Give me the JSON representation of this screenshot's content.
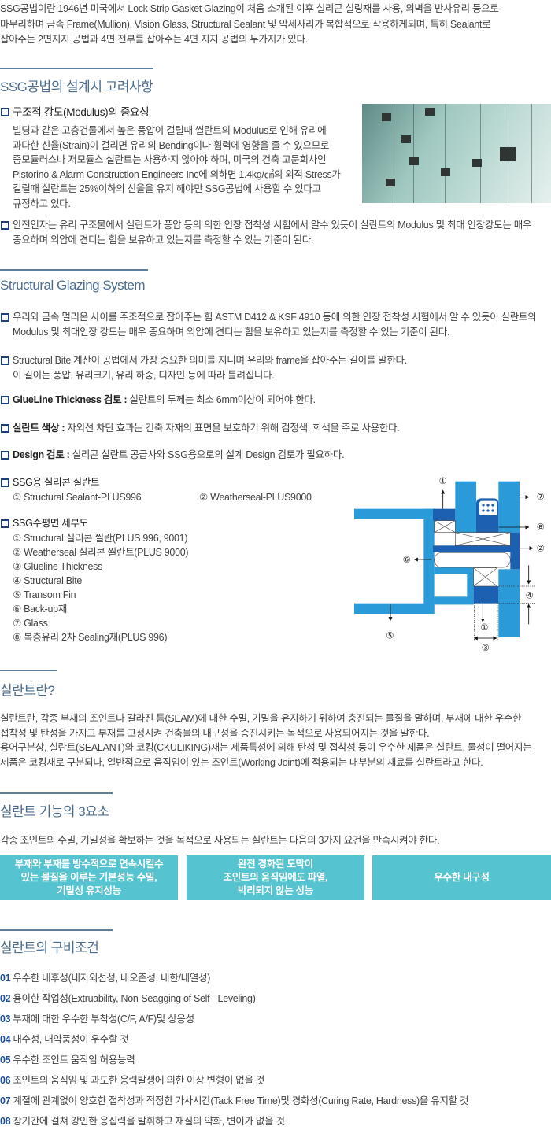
{
  "intro": [
    "SSG공법이란 1946년 미국에서 Lock Strip Gasket Glazing이 처음 소개된 이후 실리콘 실링재를 사용, 외벽을 반사유리 등으로",
    "마무리하며 금속 Frame(Mullion), Vision Glass, Structural Sealant 및 악세사리가 복합적으로 작용하게되며, 특히 Sealant로",
    "잡아주는 2면지지 공법과 4면 전부를 잡아주는 4면 지지 공법의 두가지가 있다."
  ],
  "design": {
    "title": "SSG공법의 설계시 고려사항",
    "modulus_title": "구조적 강도(Modulus)의 중요성",
    "modulus_lines": [
      "빌딩과 같은 고층건물에서 높은 풍압이 걸릴때 씰란트의 Modulus로 인해 유리에",
      "과다한 신율(Strain)이 걸리면 유리의 Bending이나 휨력에 영향을 줄 수 있으므로",
      "중모듈러스나 저모듈스 실란트는 사용하지 않아야 하며, 미국의 건축 고문회사인",
      "Pistorino & Alarm Construction Engineers Inc에 의하면 1.4kg/㎠의 외적 Stress가",
      "걸릴때 실란트는 25%이하의 신율을 유지 해야만 SSG공법에 사용할 수 있다고",
      "규정하고 있다."
    ],
    "safety_lines": [
      "안전인자는 유리 구조물에서 실란트가 풍압 등의 의한 인장 접착성 시험에서 알수 있듯이 실란트의 Modulus 및 최대 인장강도는 매우",
      "중요하며 외압에 견디는 힘을 보유하고 있는지를 측정할 수 있는 기준이 된다."
    ]
  },
  "sgs": {
    "title": "Structural Glazing System",
    "b1": [
      "우리와 금속 멀리온 사이를 주조적으로 잡아주는 힘 ASTM D412 & KSF 4910 등에 의한 인장 접착성 시험에서 알 수 있듯이 실란트의",
      "Modulus 및 최대인장 강도는 매우 중요하며 외압에 견디는 힘을 보유하고 있는지를 측정할 수 있는 기준이 된다."
    ],
    "b2": [
      "Structural Bite 계산이 공법에서 가장 중요한 의미를 지니며 유리와 frame을 잡아주는 길이를 말한다.",
      "이 길이는 풍압, 유리크기, 유리 하중, 디자인 등에 따라 틀려집니다."
    ],
    "b3_label": "GlueLine Thickness 검토 :",
    "b3_text": " 실란트의 두께는 최소 6mm이상이 되어야 한다.",
    "b4_label": "실란트 색상 :",
    "b4_text": " 자외선 차단 효과는 건축 자재의 표면을 보호하기 위해 검정색, 회색을 주로 사용한다.",
    "b5_label": "Design 검토 :",
    "b5_text": " 실리콘 실란트 공급사와 SSG용으로의 설계 Design 검토가 필요하다.",
    "sealant_title": "SSG용 실리콘 실란트",
    "sealant_items": [
      "① Structural Sealant-PLUS996",
      "② Weatherseal-PLUS9000"
    ],
    "detail_title": "SSG수평면 세부도",
    "detail_items": [
      "① Structural 실리콘 씰란(PLUS 996, 9001)",
      "② Weatherseal 실리콘 씰란트(PLUS 9000)",
      "③ Glueline Thickness",
      "④ Structural Bite",
      "⑤ Transom Fin",
      "⑥ Back-up재",
      "⑦ Glass",
      "⑧ 복층유리 2차 Sealing재(PLUS 996)"
    ],
    "diagram_labels": [
      "①",
      "②",
      "③",
      "④",
      "⑤",
      "⑥",
      "⑦",
      "⑧"
    ]
  },
  "sealant": {
    "title": "실란트란?",
    "lines": [
      "실란트란, 각종 부재의 조인트나 갈라진 틈(SEAM)에 대한 수밀, 기밀을 유지하기 위하여 충진되는 물질을 말하며, 부재에 대한 우수한",
      "접착성 및 탄성을 가지고 부재를 고정시켜 건축물의 내구성을 증진시키는 목적으로 사용되어지는 것을 말한다.",
      "용어구분상, 실란트(SEALANT)와 코킹(CKULIKING)재는 제품특성에 의해 탄성 및 접착성 등이 우수한 제품은 실란트, 물성이 떨어지는",
      "제품은 코킹재로 구분되나, 일반적으로 움직임이 있는 조인트(Working Joint)에 적용되는 대부분의 재료를 실란트라고 한다."
    ]
  },
  "three": {
    "title": "실란트 기능의 3요소",
    "desc": "각종 조인트의 수밀, 기밀성을 확보하는 것을 목적으로 사용되는 실란트는 다음의 3가지 요건을 만족시켜야 한다.",
    "boxes": [
      "부재와 부재를 방수적으로 연속시킬수\n있는 물질을 이루는 기본성능 수밀,\n기밀성 유지성능",
      "완전 경화된 도막이\n조인트의 움직임에도 파열,\n박리되지 않는 성능",
      "우수한 내구성"
    ],
    "box_color": "#55c3d0"
  },
  "requirements": {
    "title": "실란트의 구비조건",
    "items": [
      {
        "num": "01",
        "text": "우수한 내후성(내자외선성, 내오존성, 내한/내열성)"
      },
      {
        "num": "02",
        "text": "용이한 작업성(Extruability, Non-Seagging of Self - Leveling)"
      },
      {
        "num": "03",
        "text": "부재에 대한 우수한 부착성(C/F, A/F)및 상응성"
      },
      {
        "num": "04",
        "text": "내수성, 내약품성이 우수할 것"
      },
      {
        "num": "05",
        "text": "우수한 조인트 움직임 허용능력"
      },
      {
        "num": "06",
        "text": "조인트의 움직임 및 과도한 응력발생에 의한 이상 변형이 없을 것"
      },
      {
        "num": "07",
        "text": "계절에 관계없이 양호한 접착성과 적정한 가사시간(Tack Free Time)및 경화성(Curing Rate, Hardness)을 유지할 것"
      },
      {
        "num": "08",
        "text": "장기간에 걸쳐 강인한 응집력을 발휘하고 재질의 약화, 변이가 없을 것"
      }
    ]
  }
}
